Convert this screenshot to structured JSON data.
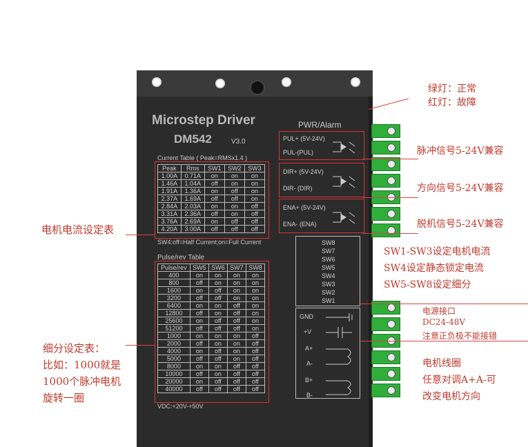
{
  "device": {
    "title": "Microstep Driver",
    "model": "DM542",
    "version": "V3.0",
    "pwr_alarm": "PWR/Alarm",
    "current_table": {
      "caption": "Current Table ( Peak=RMSx1.4 )",
      "headers": [
        "Peak",
        "Rms",
        "SW1",
        "SW2",
        "SW3"
      ],
      "rows": [
        [
          "1.00A",
          "0.71A",
          "on",
          "on",
          "on"
        ],
        [
          "1.46A",
          "1.04A",
          "off",
          "on",
          "on"
        ],
        [
          "1.91A",
          "1.36A",
          "on",
          "off",
          "on"
        ],
        [
          "2.37A",
          "1.69A",
          "off",
          "off",
          "on"
        ],
        [
          "2.84A",
          "2.03A",
          "on",
          "on",
          "off"
        ],
        [
          "3.31A",
          "2.36A",
          "off",
          "on",
          "off"
        ],
        [
          "3.76A",
          "2.69A",
          "on",
          "off",
          "off"
        ],
        [
          "4.20A",
          "3.00A",
          "off",
          "off",
          "off"
        ]
      ],
      "note": "SW4:off=Half Current;on=Full Current"
    },
    "pulse_table": {
      "caption": "Pulse/rev Table",
      "headers": [
        "Pulse/rev",
        "SW5",
        "SW6",
        "SW7",
        "SW8"
      ],
      "rows": [
        [
          "400",
          "on",
          "on",
          "on",
          "on"
        ],
        [
          "800",
          "off",
          "on",
          "on",
          "on"
        ],
        [
          "1600",
          "on",
          "off",
          "on",
          "on"
        ],
        [
          "3200",
          "off",
          "off",
          "on",
          "on"
        ],
        [
          "6400",
          "on",
          "on",
          "off",
          "on"
        ],
        [
          "12800",
          "off",
          "on",
          "off",
          "on"
        ],
        [
          "25600",
          "on",
          "off",
          "off",
          "on"
        ],
        [
          "51200",
          "off",
          "off",
          "off",
          "on"
        ],
        [
          "1000",
          "on",
          "on",
          "on",
          "off"
        ],
        [
          "2000",
          "off",
          "on",
          "on",
          "off"
        ],
        [
          "4000",
          "on",
          "off",
          "on",
          "off"
        ],
        [
          "5000",
          "off",
          "off",
          "on",
          "off"
        ],
        [
          "8000",
          "on",
          "on",
          "off",
          "off"
        ],
        [
          "10000",
          "off",
          "on",
          "off",
          "off"
        ],
        [
          "20000",
          "on",
          "off",
          "off",
          "off"
        ],
        [
          "40000",
          "off",
          "off",
          "off",
          "off"
        ]
      ],
      "vdc": "VDC:+20V-+50V"
    },
    "signals": [
      {
        "top": "PUL+ (5V-24V)",
        "bottom": "PUL-(PUL)"
      },
      {
        "top": "DIR+ (5V-24V)",
        "bottom": "DIR- (DIR)"
      },
      {
        "top": "ENA+ (5V-24V)",
        "bottom": "ENA- (ENA)"
      }
    ],
    "switches": [
      "SW8",
      "SW7",
      "SW6",
      "SW5",
      "SW4",
      "SW3",
      "SW2",
      "SW1"
    ],
    "power_terminals": [
      "GND",
      "+V",
      "A+",
      "A-",
      "B+",
      "B-"
    ]
  },
  "annotations": {
    "led_green": "绿灯：正常",
    "led_red": "红灯：故障",
    "pul": "脉冲信号5-24V兼容",
    "dir": "方向信号5-24V兼容",
    "ena": "脱机信号5-24V兼容",
    "current_table": "电机电流设定表",
    "sw1": "SW1-SW3设定电机电流",
    "sw4": "SW4设定静态锁定电流",
    "sw5": "SW5-SW8设定细分",
    "power_title": "电源接口",
    "power_range": "DC24-48V",
    "power_warn": "注意正负极不能接错",
    "motor_title": "电机线圈",
    "motor_l1": "任意对调A+A-可",
    "motor_l2": "改变电机方向",
    "pulse_l1": "细分设定表：",
    "pulse_l2": "比如：1000就是",
    "pulse_l3": "1000个脉冲电机",
    "pulse_l4": "旋转一圈"
  }
}
